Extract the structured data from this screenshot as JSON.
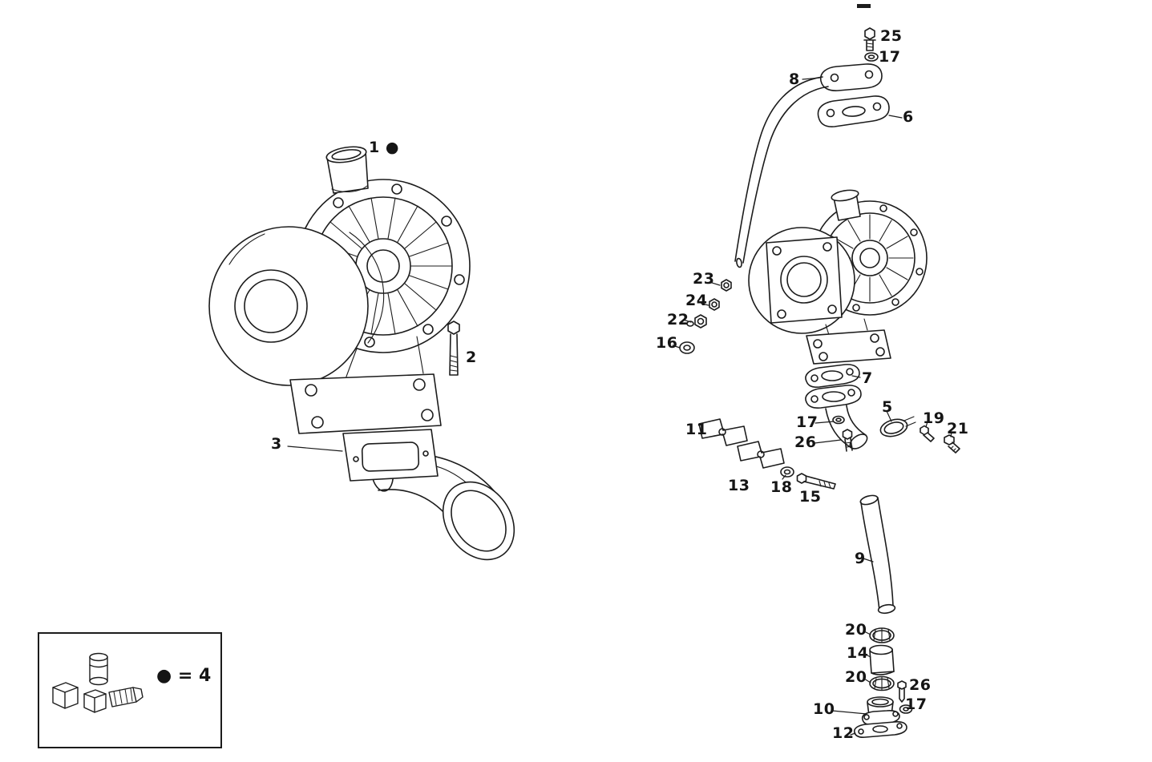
{
  "figure": {
    "background": "#ffffff",
    "line_color": "#1c1c1c",
    "kind": "exploded-parts-line-drawing"
  },
  "callouts": [
    {
      "label": "1 ●"
    },
    {
      "label": "2"
    },
    {
      "label": "3"
    },
    {
      "label": "25"
    },
    {
      "label": "17"
    },
    {
      "label": "8"
    },
    {
      "label": "6"
    },
    {
      "label": "23"
    },
    {
      "label": "24"
    },
    {
      "label": "22"
    },
    {
      "label": "16"
    },
    {
      "label": "7"
    },
    {
      "label": "17"
    },
    {
      "label": "5"
    },
    {
      "label": "19"
    },
    {
      "label": "21"
    },
    {
      "label": "26"
    },
    {
      "label": "11"
    },
    {
      "label": "13"
    },
    {
      "label": "18"
    },
    {
      "label": "15"
    },
    {
      "label": "9"
    },
    {
      "label": "20"
    },
    {
      "label": "14"
    },
    {
      "label": "20"
    },
    {
      "label": "26"
    },
    {
      "label": "10"
    },
    {
      "label": "17"
    },
    {
      "label": "12"
    }
  ],
  "legend": {
    "note": "● = 4"
  }
}
